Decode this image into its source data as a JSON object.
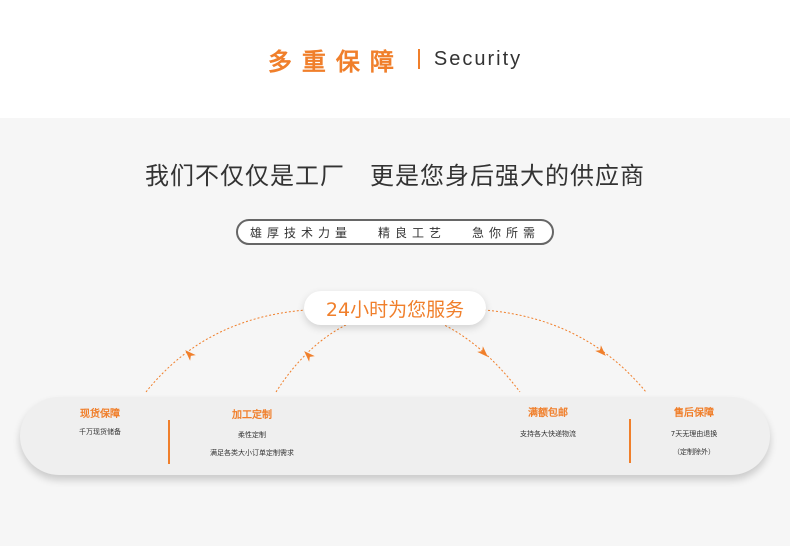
{
  "heading": {
    "title_cn": "多重保障",
    "title_en": "Security"
  },
  "tagline": "我们不仅仅是工厂　更是您身后强大的供应商",
  "pill_items": [
    "雄厚技术力量",
    "精良工艺",
    "急你所需"
  ],
  "service_label": "24小时为您服务",
  "features": [
    {
      "title": "现货保障",
      "lines": [
        "千万现货储备"
      ]
    },
    {
      "title": "加工定制",
      "lines": [
        "柔性定制",
        "满足各类大小订单定制需求"
      ]
    },
    {
      "title": "满额包邮",
      "lines": [
        "支持各大快递物流"
      ]
    },
    {
      "title": "售后保障",
      "lines": [
        "7天无理由退换",
        "（定制除外）"
      ]
    }
  ],
  "colors": {
    "accent": "#f07f2b",
    "text": "#333333",
    "panel": "#f6f6f6",
    "band": "#efefef"
  },
  "icons": [
    "arrow-icon"
  ]
}
